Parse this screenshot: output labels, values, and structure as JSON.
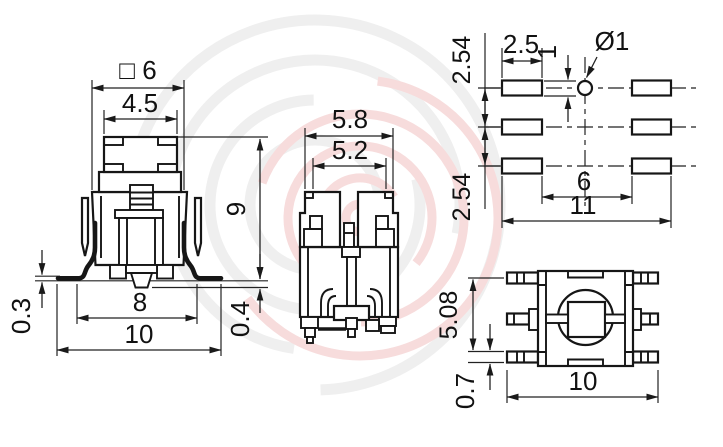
{
  "drawing": {
    "colors": {
      "ink": "#161616",
      "dim_line": "#222222",
      "watermark_gray": "#efefef",
      "watermark_red": "#f7dcdc"
    },
    "views": {
      "front": {
        "dims": {
          "body_square": "□ 6",
          "button_width": "4.5",
          "height": "9",
          "lead_thickness": "0.3",
          "lead_bend_span": "8",
          "lead_tip_span": "10",
          "standoff": "0.4"
        }
      },
      "side": {
        "dims": {
          "body_width": "5.8",
          "inner_width": "5.2"
        }
      },
      "footprint": {
        "dims": {
          "row_pitch_upper": "2.54",
          "row_pitch_lower": "2.54",
          "pad_length": "2.5",
          "pad_width": "1",
          "hole_diameter": "Ø1",
          "pad_gap": "6",
          "pad_span": "11"
        }
      },
      "top": {
        "dims": {
          "lead_row_span": "5.08",
          "lead_width": "0.7",
          "lead_tip_span": "10"
        }
      }
    }
  }
}
